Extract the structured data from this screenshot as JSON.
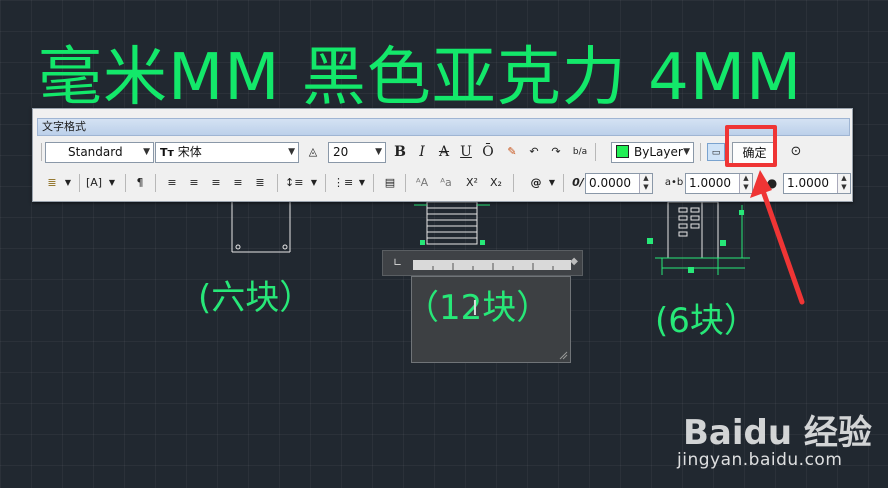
{
  "canvas": {
    "title_text": "毫米MM 黑色亚克力 4MM",
    "labels": [
      "(六块）",
      "（12块）",
      "(6块）"
    ]
  },
  "toolbar": {
    "window_title": "文字格式",
    "style_value": "Standard",
    "font_value": "宋体",
    "height_value": "20",
    "bold_label": "B",
    "italic_label": "I",
    "strike_label": "A",
    "underline_label": "U",
    "overline_label": "Ō",
    "stack_label": "b/a",
    "color_value": "ByLayer",
    "ok_label": "确定",
    "oblique_value": "0.0000",
    "tracking_value": "1.0000",
    "width_value": "1.0000",
    "at_label": "@",
    "oblique_symbol": "0/",
    "tracking_symbol": "a•b",
    "superscript_label": "X²",
    "subscript_label": "X₂"
  },
  "colors": {
    "cad_green": "#27e878",
    "highlight_red": "#ef3535",
    "background": "#212830"
  },
  "watermark": {
    "brand": "Baidu 经验",
    "url": "jingyan.baidu.com"
  }
}
